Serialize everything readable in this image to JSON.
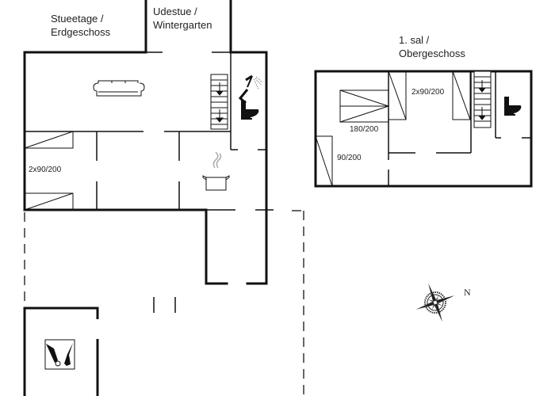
{
  "floors": {
    "ground": {
      "line1": "Stueetage /",
      "line2": "Erdgeschoss"
    },
    "wintergarden": {
      "line1": "Udestue /",
      "line2": "Wintergarten"
    },
    "upper": {
      "line1": "1. sal /",
      "line2": "Obergeschoss"
    }
  },
  "beds": {
    "ground_twin": "2x90/200",
    "upper_double": "180/200",
    "upper_twin": "2x90/200",
    "upper_single": "90/200"
  },
  "compass": {
    "north_label": "N"
  },
  "icons": [
    "sofa-icon",
    "stairs-icon",
    "shower-icon",
    "toilet-icon",
    "cooking-pot-icon",
    "utility-room-icon",
    "compass-rose-icon"
  ],
  "colors": {
    "wall": "#111111",
    "thin_line": "#222222",
    "background": "#ffffff",
    "steam": "#aaaaaa"
  }
}
